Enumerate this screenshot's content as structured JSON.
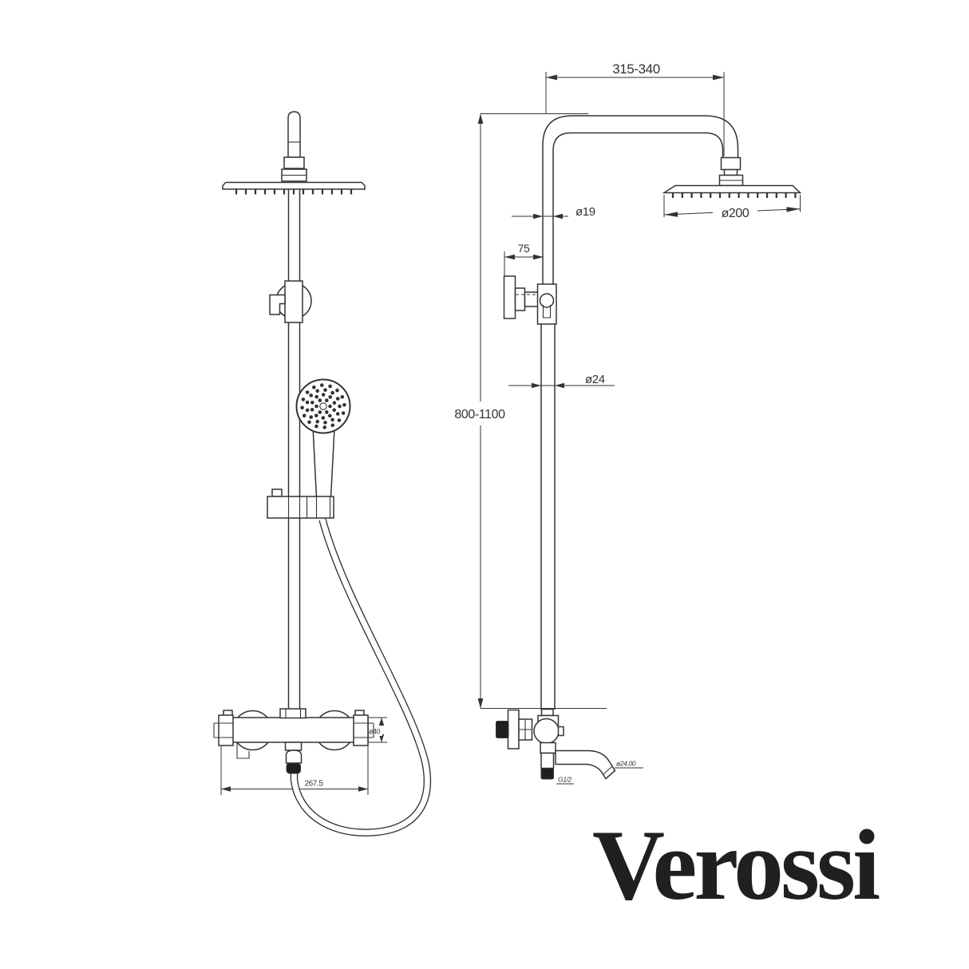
{
  "brand": "Verossi",
  "dims": {
    "arm_span": "315-340",
    "upper_pipe_d": "ø19",
    "bracket_offset": "75",
    "lower_pipe_d": "ø24",
    "column_height": "800-1100",
    "head_d": "ø200",
    "mixer_d": "ø40",
    "mixer_width": "267.5",
    "spout_d": "ø24,00",
    "thread": "G1/2"
  },
  "colors": {
    "line": "#333333",
    "fill_black": "#1f1f1f",
    "brand_text": "#221f1f",
    "background": "#ffffff"
  }
}
